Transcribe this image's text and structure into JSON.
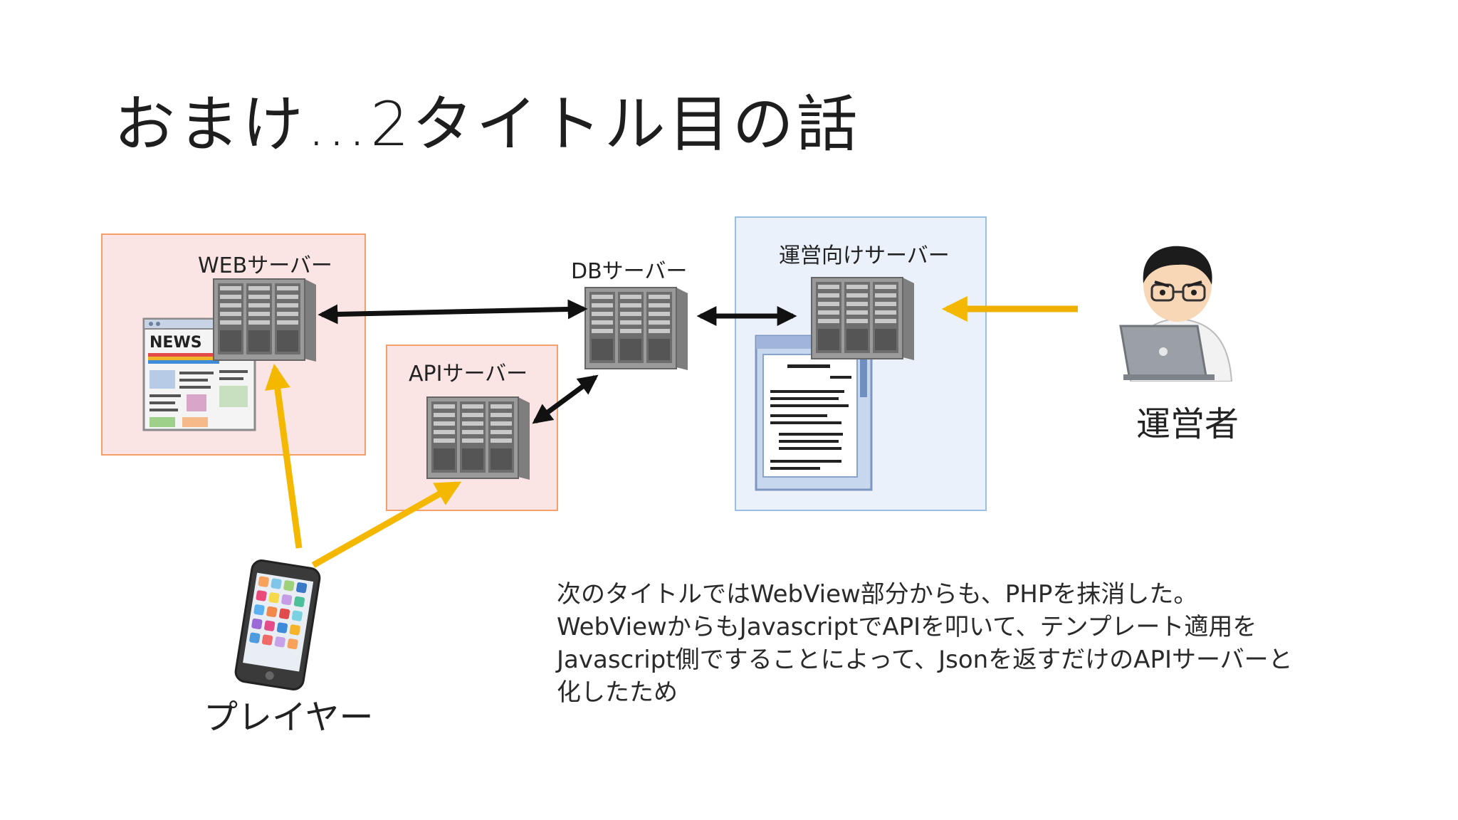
{
  "title": "おまけ…2タイトル目の話",
  "labels": {
    "web_server": "WEBサーバー",
    "db_server": "DBサーバー",
    "api_server": "APIサーバー",
    "ops_server": "運営向けサーバー",
    "operator": "運営者",
    "player": "プレイヤー"
  },
  "news_badge": "NEWS",
  "note_lines": [
    "次のタイトルではWebView部分からも、PHPを抹消した。",
    "WebViewからもJavascriptでAPIを叩いて、テンプレート適用を",
    "Javascript側ですることによって、Jsonを返すだけのAPIサーバーと",
    "化したため"
  ],
  "colors": {
    "player_arrow": "#f5b800",
    "operator_arrow": "#f0b000",
    "link_arrow": "#111111",
    "web_zone": "#fbe4e4",
    "ops_zone": "#eaf1fa"
  },
  "icons": [
    "server-icon",
    "news-page-icon",
    "admin-document-icon",
    "smartphone-icon",
    "operator-person-icon"
  ]
}
